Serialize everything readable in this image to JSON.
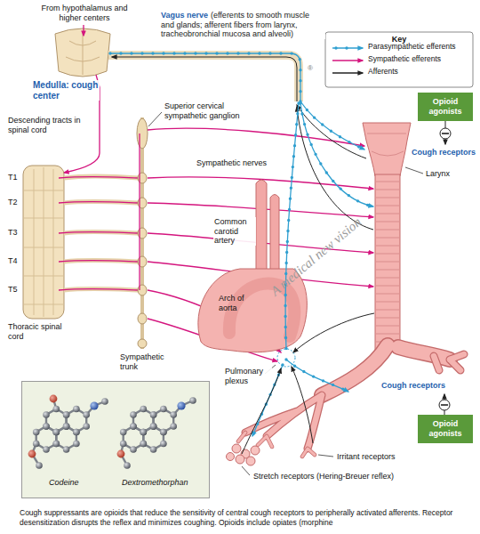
{
  "diagram": {
    "caption": "Cough suppressants are opioids that reduce the sensitivity of central cough receptors to peripherally activated afferents. Receptor desensitization disrupts the reflex and minimizes coughing. Opioids include opiates (morphine",
    "nodes": [
      {
        "text": [
          "Opioid agonists"
        ]
      },
      {
        "text": [
          "Codeine",
          "Dextromethorphan"
        ]
      },
      {
        "text": [
          "Opioid agonists"
        ]
      }
    ],
    "labels": [
      "From hypothalamus and higher centers",
      "Medulla: cough center",
      "Vagus nerve",
      "(efferents to smooth muscle and glands; afferent fibers from larynx, tracheobronchial mucosa and alveoli)",
      "®",
      "Key",
      "Cough receptors",
      "Descending tracts in spinal cord",
      "Superior cervical sympathetic ganglion",
      "Larynx",
      "Sympathetic nerves",
      "T1",
      "T2",
      "T3",
      "T4",
      "T5",
      "Common carotid artery",
      "Arch of aorta",
      "A medical new vision",
      "Thoracic spinal cord",
      "Sympathetic trunk",
      "Pulmonary plexus",
      "Cough receptors",
      "Irritant receptors",
      "Stretch receptors (Hering-Breuer reflex)"
    ],
    "legend": [
      {
        "text": "Parasympathetic efferents"
      },
      {
        "text": "Sympathetic efferents"
      },
      {
        "text": "Afferents"
      }
    ]
  }
}
